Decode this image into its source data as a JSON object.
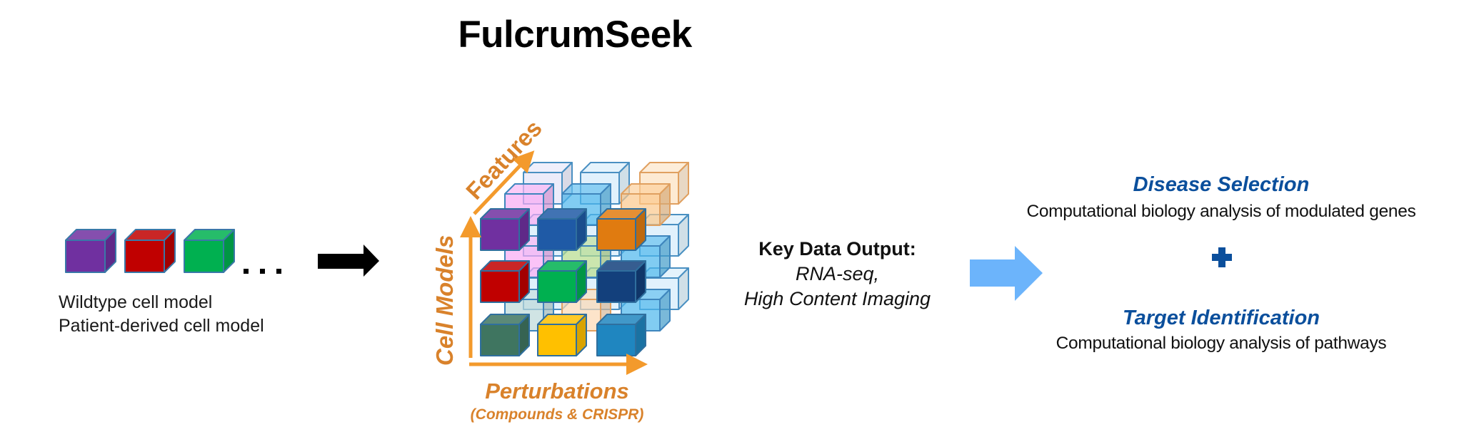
{
  "title": "FulcrumSeek",
  "input_models": {
    "cube_colors": [
      "#7030a0",
      "#c00000",
      "#00b050"
    ],
    "ellipsis": "...",
    "labels": [
      "Wildtype cell model",
      "Patient-derived cell model"
    ]
  },
  "data_cube": {
    "axes": {
      "y_label": "Cell Models",
      "z_label": "Features",
      "x_label": "Perturbations",
      "x_sublabel": "(Compounds & CRISPR)",
      "color": "#f39a2c"
    },
    "layers": {
      "front": [
        [
          "#7030a0",
          "#1f5aa6",
          "#e07b10"
        ],
        [
          "#c00000",
          "#00b050",
          "#13407c"
        ],
        [
          "#3f7560",
          "#ffc000",
          "#1f86c0"
        ]
      ],
      "middle": [
        [
          "#f9a9f3",
          "#4cb6ec",
          "#fbc88c"
        ],
        [
          "#f9a9f3",
          "#b5db8c",
          "#4cb6ec"
        ],
        [
          "#bcd9d9",
          "#fcd9b3",
          "#4cb6ec"
        ]
      ],
      "back": [
        [
          "#dcdcf6",
          "#c8e6f9",
          "#fbd8ae"
        ],
        [
          "#c8e6f9",
          "#c8e6f9",
          "#c8e6f9"
        ],
        [
          "#c8e6f9",
          "#c8e6f9",
          "#c8e6f9"
        ]
      ]
    }
  },
  "key_output": {
    "heading": "Key Data Output:",
    "items": [
      "RNA-seq,",
      "High Content Imaging"
    ]
  },
  "results": {
    "disease_selection": {
      "heading": "Disease Selection",
      "description": "Computational biology analysis of modulated genes"
    },
    "plus_symbol": "plus-icon",
    "target_identification": {
      "heading": "Target Identification",
      "description": "Computational biology analysis of pathways"
    },
    "heading_color": "#0b4f9c"
  },
  "arrows": {
    "input_arrow_color": "#000000",
    "output_arrow_color": "#6cb4fb"
  }
}
